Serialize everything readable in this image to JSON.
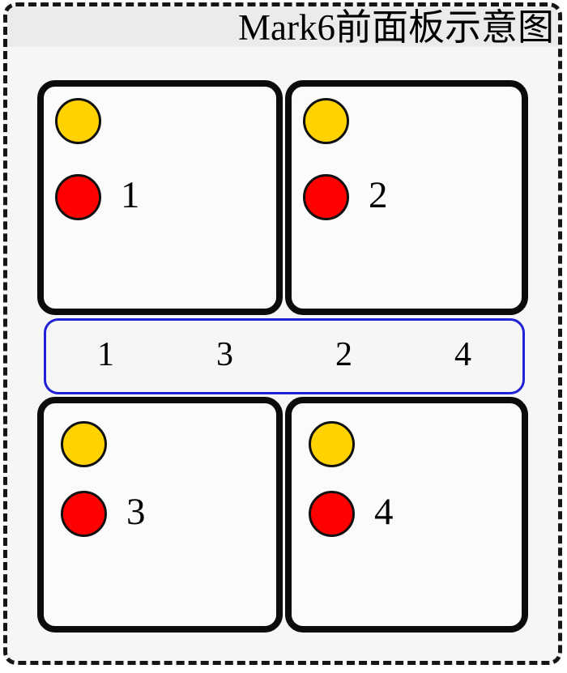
{
  "title": "Mark6前面板示意图",
  "panels": [
    {
      "label": "1"
    },
    {
      "label": "2"
    },
    {
      "label": "3"
    },
    {
      "label": "4"
    }
  ],
  "port_bar": {
    "labels": [
      "1",
      "3",
      "2",
      "4"
    ]
  },
  "colors": {
    "lamp_yellow": "#FFD200",
    "lamp_red": "#FF0000",
    "port_bar_border": "#2121D6",
    "panel_border": "#0B0B0B",
    "outer_dashed_border": "#161616",
    "inner_background": "#F5F6F5",
    "title_band_background": "#EBEBEB",
    "panel_background": "#FBFBFB"
  }
}
